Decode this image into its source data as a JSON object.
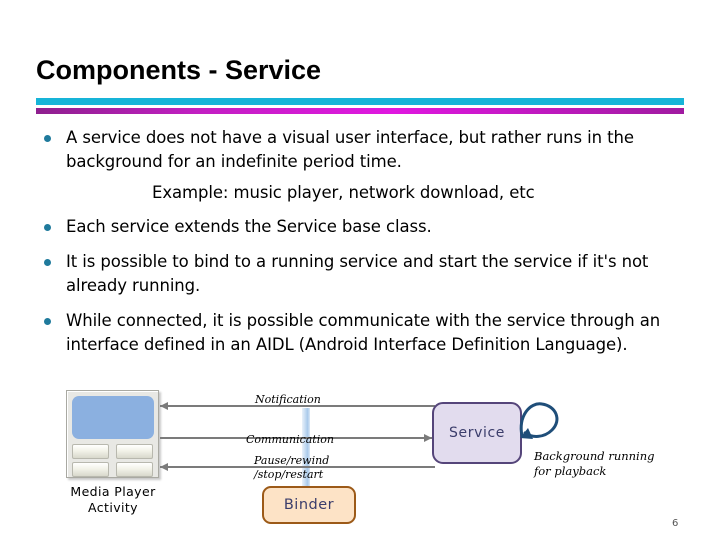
{
  "slide": {
    "title": "Components - Service",
    "page_number": "6",
    "accent_cyan": "#16b4d8",
    "accent_magenta": "#d21fd2",
    "bullet_color": "#1f7a9c"
  },
  "bullets": [
    {
      "text": "A service does not have a visual user interface, but rather runs in the background for an indefinite period time."
    },
    {
      "text": "Each service extends the Service base class."
    },
    {
      "text": "It is possible to bind to a running service and start the service if it's not already running."
    },
    {
      "text": "While connected, it is possible communicate with the service through an interface defined in an AIDL (Android Interface Definition Language)."
    }
  ],
  "sub_line": "Example: music player, network download, etc",
  "diagram": {
    "media_player": {
      "caption_line1": "Media Player",
      "caption_line2": "Activity",
      "screen_color": "#8bb0e0",
      "frame_color": "#e8e8e4"
    },
    "service_node": {
      "label": "Service",
      "fill": "#e2dcee",
      "stroke": "#55457a"
    },
    "binder_node": {
      "label": "Binder",
      "fill": "#fde3c6",
      "stroke": "#9c5a18"
    },
    "edges": [
      {
        "label": "Notification",
        "direction": "left"
      },
      {
        "label": "Communication",
        "direction": "right"
      },
      {
        "label_line1": "Pause/rewind",
        "label_line2": "/stop/restart",
        "direction": "left"
      }
    ],
    "self_loop_note_line1": "Background running",
    "self_loop_note_line2": "for playback"
  }
}
